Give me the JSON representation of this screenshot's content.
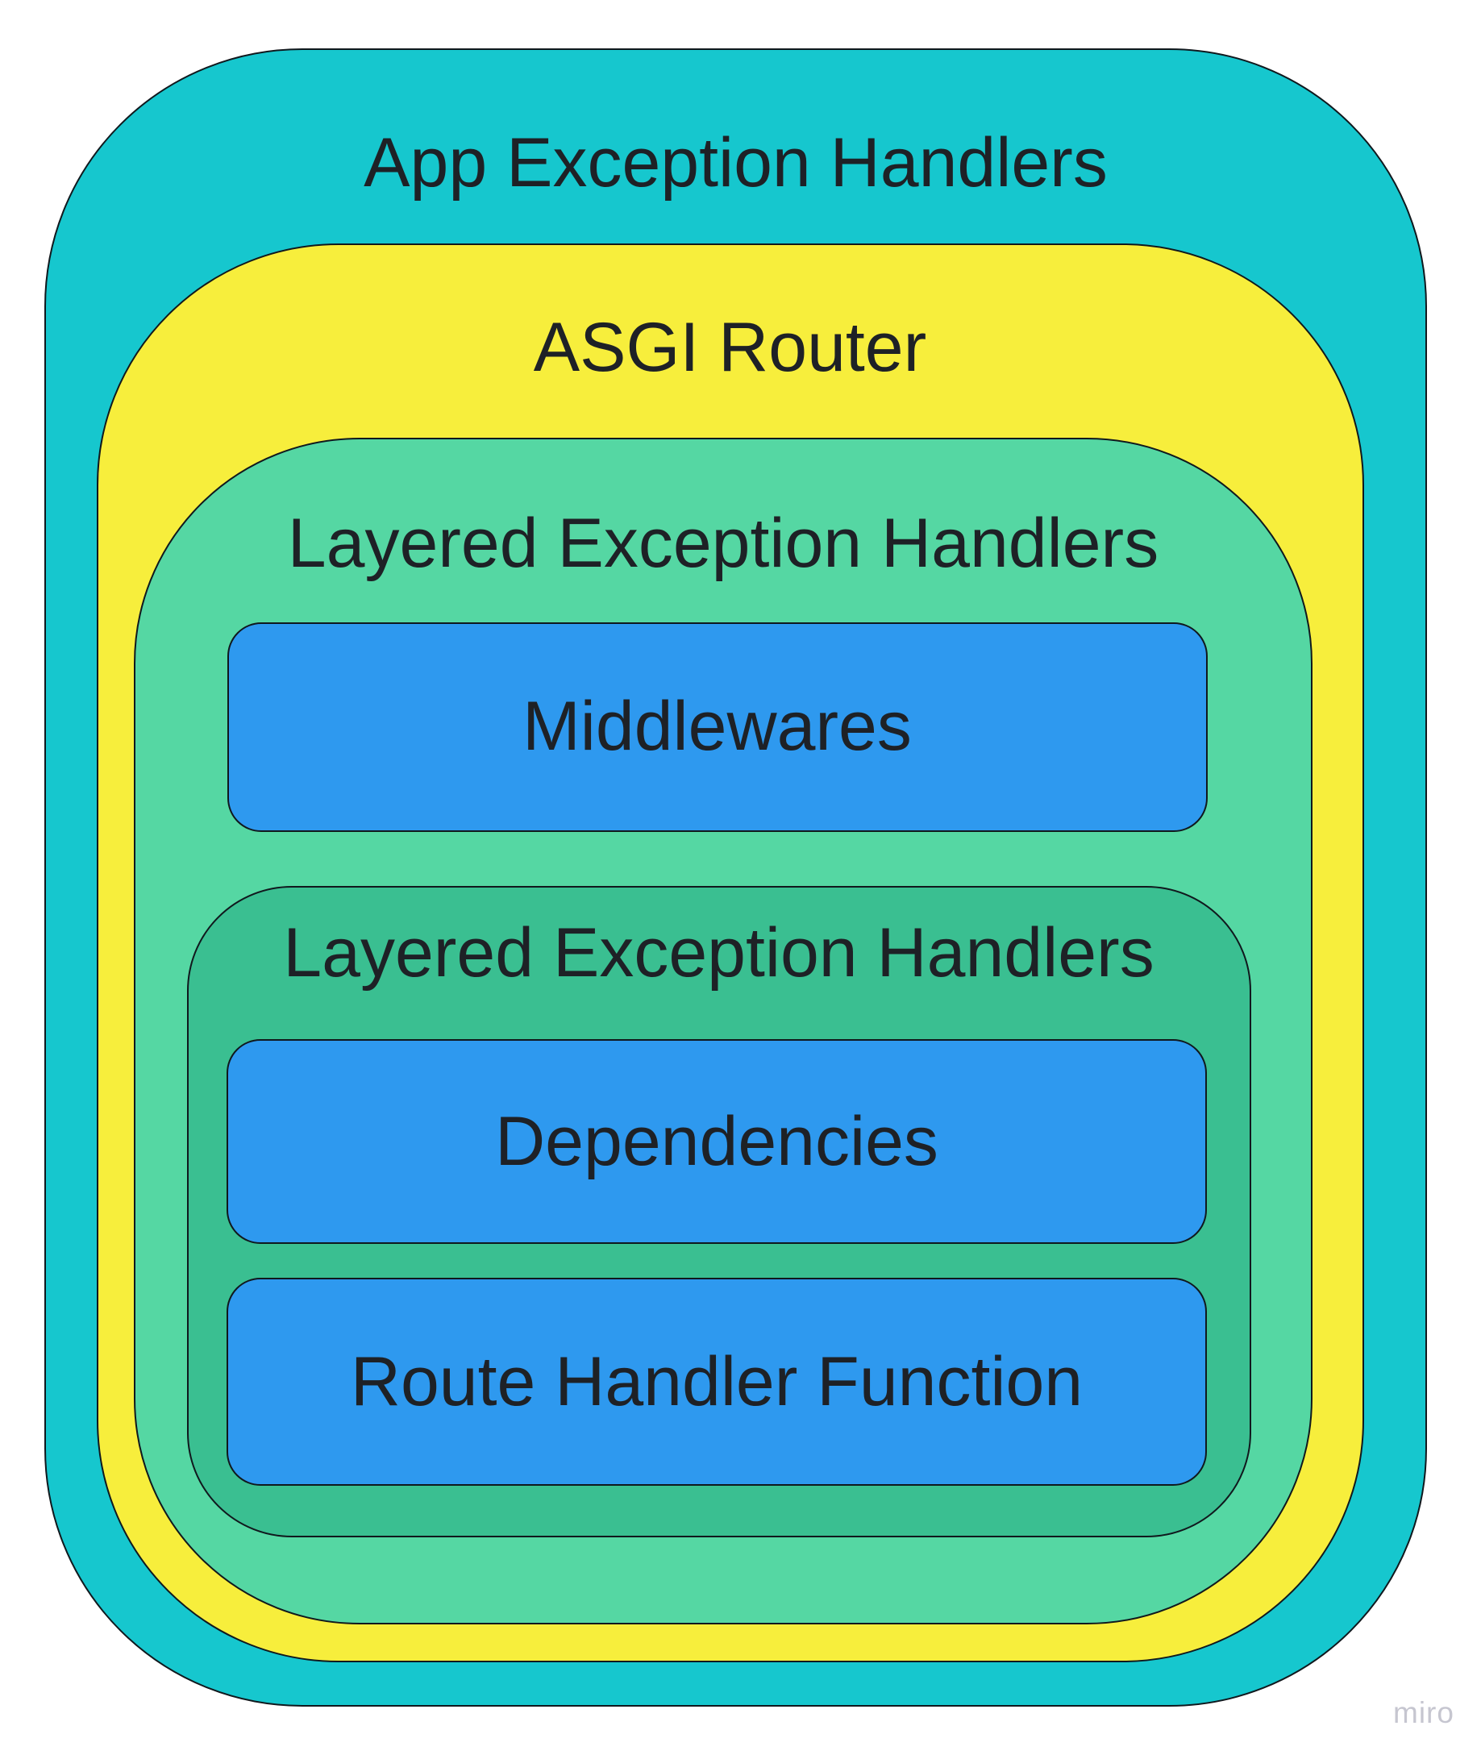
{
  "diagram": {
    "background": "#FFFFFF",
    "border_color": "#10181D",
    "text_color": "#1E2126",
    "watermark": {
      "label": "miro",
      "color": "#C6C6D0"
    },
    "layers": [
      {
        "id": "app-exception-handlers",
        "label": "App Exception Handlers",
        "fill": "#16C7CE"
      },
      {
        "id": "asgi-router",
        "label": "ASGI Router",
        "fill": "#F7EE3C"
      },
      {
        "id": "layered-exception-handlers-outer",
        "label": "Layered Exception Handlers",
        "fill": "#55D7A3"
      },
      {
        "id": "middlewares",
        "label": "Middlewares",
        "fill": "#2E99EF"
      },
      {
        "id": "layered-exception-handlers-inner",
        "label": "Layered Exception Handlers",
        "fill": "#3ABF91"
      },
      {
        "id": "dependencies",
        "label": "Dependencies",
        "fill": "#2E99EF"
      },
      {
        "id": "route-handler-function",
        "label": "Route Handler Function",
        "fill": "#2E99EF"
      }
    ]
  }
}
